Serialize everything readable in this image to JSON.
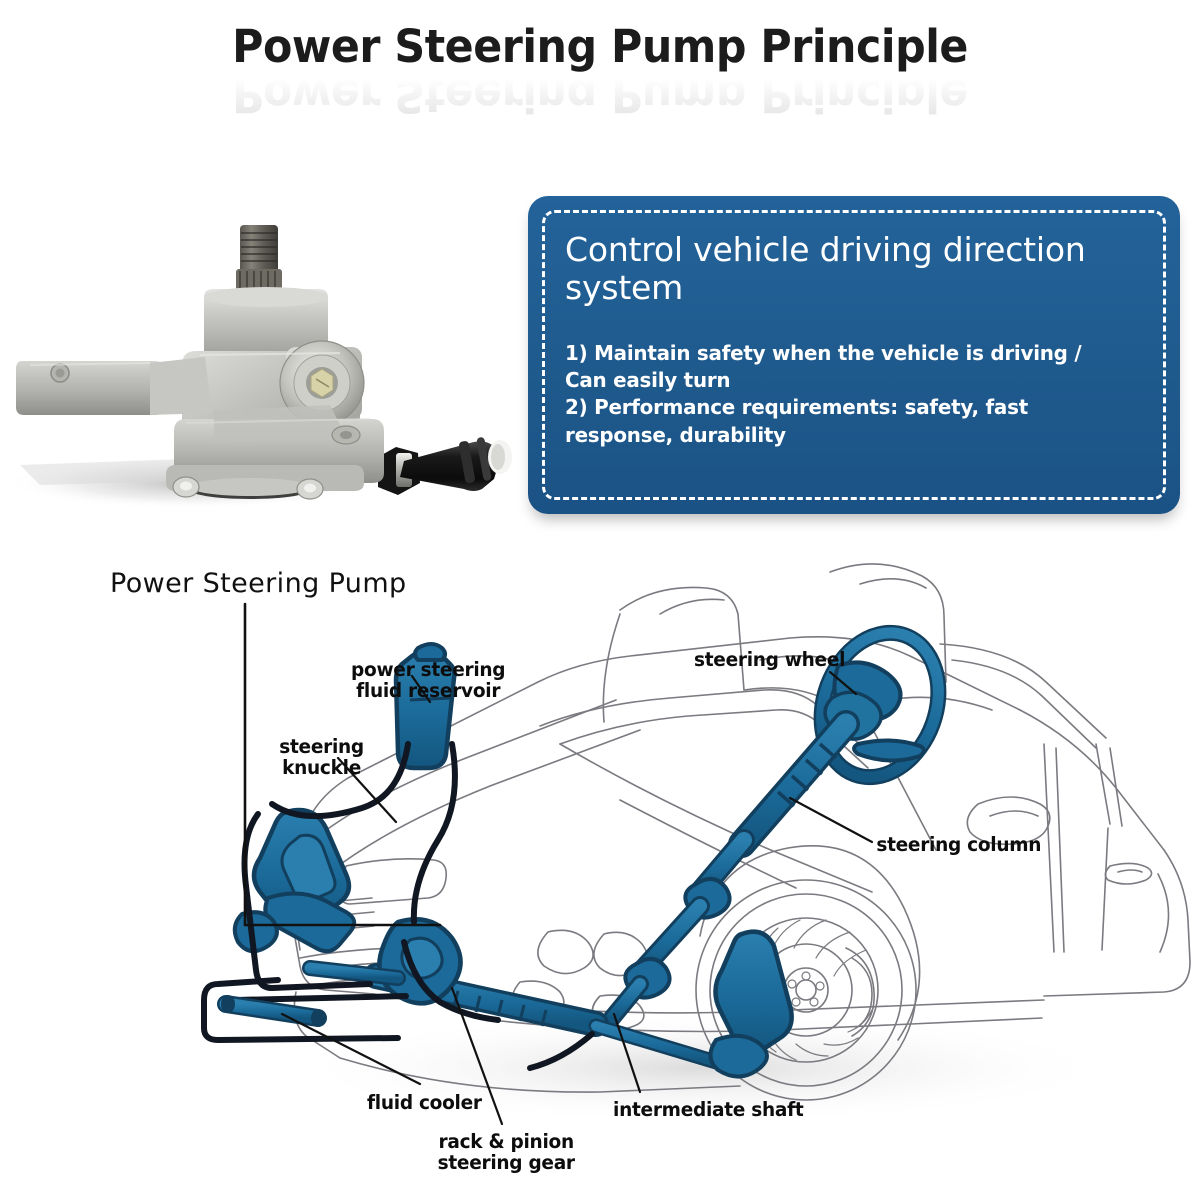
{
  "page": {
    "background": "#ffffff",
    "accent_blue": "#1f5a8d",
    "component_teal": "#1b6a99",
    "outline_gray": "#7a7a80"
  },
  "header": {
    "title": "Power Steering Pump Principle",
    "reflection": "Power Steering Pump Principle"
  },
  "product_photo": {
    "alt_name": "power-steering-pump-photo"
  },
  "callout": {
    "heading": "Control vehicle driving direction system",
    "items": [
      "1) Maintain safety when the vehicle is driving / Can easily turn",
      "2) Performance requirements: safety, fast response, durability"
    ]
  },
  "diagram": {
    "caption": "Power Steering Pump",
    "labels": {
      "reservoir": "power steering\nfluid reservoir",
      "knuckle": "steering\nknuckle",
      "steering_wheel": "steering wheel",
      "steering_column": "steering column",
      "fluid_cooler": "fluid cooler",
      "rack_pinion": "rack & pinion\nsteering gear",
      "intermediate_shaft": "intermediate shaft"
    }
  }
}
